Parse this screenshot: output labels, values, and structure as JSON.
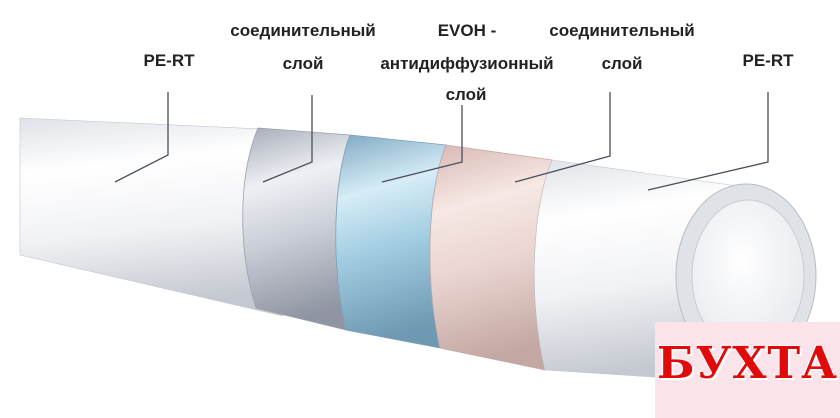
{
  "labels": {
    "pe_rt_left": "PE-RT",
    "adhesive_left_1": "соединительный",
    "adhesive_left_2": "слой",
    "evoh_1": "EVOH -",
    "evoh_2": "антидиффузионный",
    "evoh_3": "слой",
    "adhesive_right_1": "соединительный",
    "adhesive_right_2": "слой",
    "pe_rt_right": "PE-RT"
  },
  "watermark": {
    "text": "БУХТА",
    "color": "#e00a0a"
  },
  "colors": {
    "pe_rt": "#eceef1",
    "adhesive": "#c9cdd6",
    "evoh": "#9fcbe0",
    "adhesive_tinted": "#ead4cf",
    "leader_line": "#4a4f5a"
  }
}
